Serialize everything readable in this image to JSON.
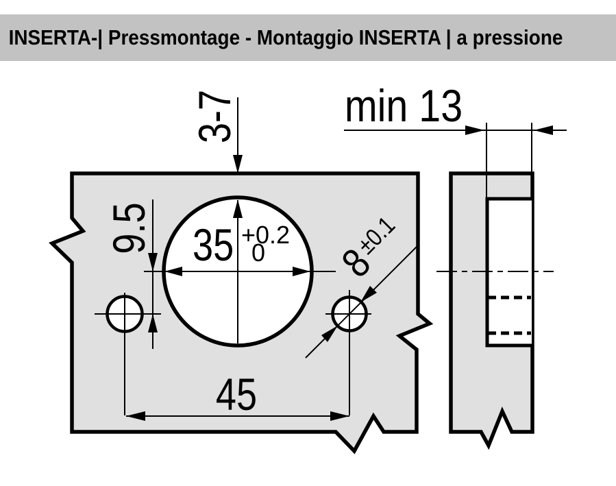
{
  "header": {
    "title": "INSERTA-| Pressmontage - Montaggio INSERTA | a pressione"
  },
  "drawing": {
    "front_view": {
      "depth_from_edge_label": "3-7",
      "vertical_offset_label": "9.5",
      "cup_hole": {
        "diameter_label": "35",
        "tolerance_upper": "+0.2",
        "tolerance_lower": "0"
      },
      "screw_offset_label": "8",
      "screw_offset_tolerance_label": "±0.1",
      "screw_spacing_label": "45"
    },
    "side_view": {
      "min_depth_label": "min 13"
    }
  },
  "colors": {
    "header_bg": "#c2c2c2",
    "panel_fill": "#e0e0e0",
    "hole_fill": "#ffffff",
    "line": "#000000",
    "background": "#ffffff"
  }
}
